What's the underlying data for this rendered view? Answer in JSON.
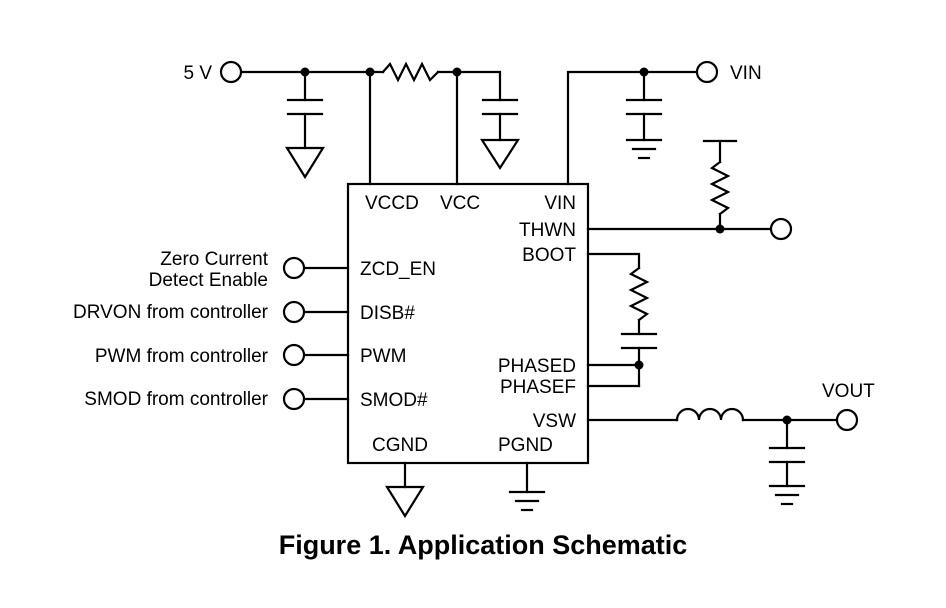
{
  "ic": {
    "pins": {
      "vccd": "VCCD",
      "vcc": "VCC",
      "vin": "VIN",
      "thwn": "THWN",
      "boot": "BOOT",
      "zcd_en": "ZCD_EN",
      "disb": "DISB#",
      "pwm": "PWM",
      "phased": "PHASED",
      "phasef": "PHASEF",
      "smod": "SMOD#",
      "vsw": "VSW",
      "cgnd": "CGND",
      "pgnd": "PGND"
    }
  },
  "terminals": {
    "five_v": "5 V",
    "vin": "VIN",
    "vout": "VOUT"
  },
  "inputs": {
    "zcd_line1": "Zero Current",
    "zcd_line2": "Detect Enable",
    "drvon": "DRVON from controller",
    "pwm": "PWM from controller",
    "smod": "SMOD from controller"
  },
  "caption": "Figure 1. Application Schematic"
}
